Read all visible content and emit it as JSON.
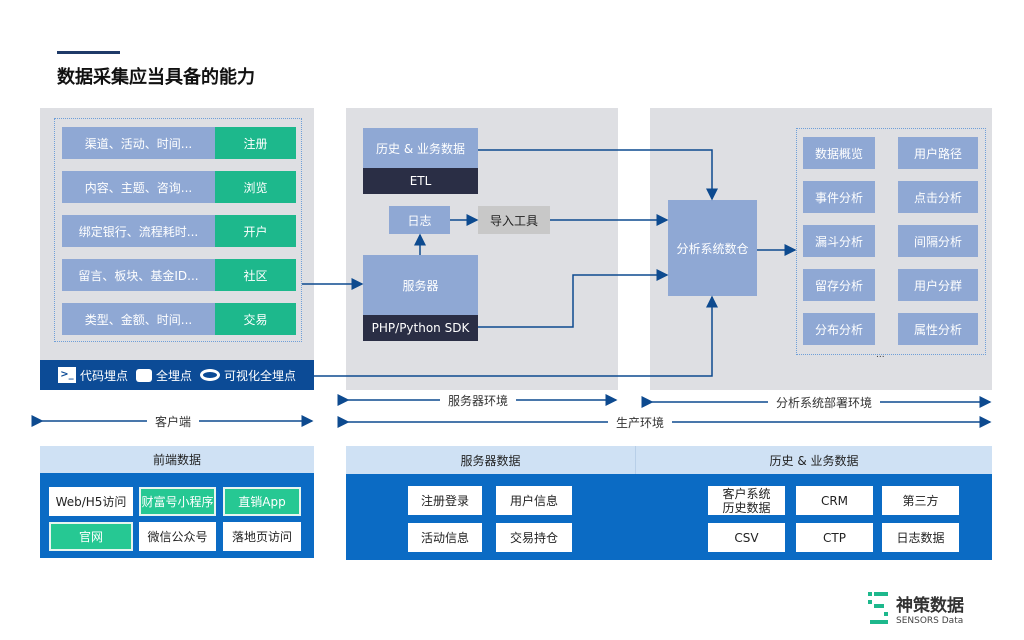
{
  "title": "数据采集应当具备的能力",
  "client": {
    "rows": [
      {
        "label": "渠道、活动、时间...",
        "tag": "注册"
      },
      {
        "label": "内容、主题、咨询...",
        "tag": "浏览"
      },
      {
        "label": "绑定银行、流程耗时...",
        "tag": "开户"
      },
      {
        "label": "留言、板块、基金ID...",
        "tag": "社区"
      },
      {
        "label": "类型、金额、时间...",
        "tag": "交易"
      }
    ],
    "bar": {
      "code": "代码埋点",
      "full": "全埋点",
      "visual": "可视化全埋点"
    },
    "env": "客户端"
  },
  "server": {
    "history": "历史 & 业务数据",
    "etl": "ETL",
    "log": "日志",
    "import": "导入工具",
    "server": "服务器",
    "sdk": "PHP/Python SDK",
    "env": "服务器环境"
  },
  "analysis": {
    "warehouse": "分析系统数仓",
    "items": [
      "数据概览",
      "用户路径",
      "事件分析",
      "点击分析",
      "漏斗分析",
      "间隔分析",
      "留存分析",
      "用户分群",
      "分布分析",
      "属性分析"
    ],
    "more": "...",
    "env": "分析系统部署环境"
  },
  "production_env": "生产环境",
  "bottom": {
    "frontend": {
      "title": "前端数据",
      "items": [
        {
          "t": "Web/H5访问",
          "hl": false
        },
        {
          "t": "财富号小程序",
          "hl": true
        },
        {
          "t": "直销App",
          "hl": true
        },
        {
          "t": "官网",
          "hl": true
        },
        {
          "t": "微信公众号",
          "hl": false
        },
        {
          "t": "落地页访问",
          "hl": false
        }
      ]
    },
    "server": {
      "title": "服务器数据",
      "items": [
        "注册登录",
        "用户信息",
        "活动信息",
        "交易持仓"
      ]
    },
    "history": {
      "title": "历史 & 业务数据",
      "items": [
        "客户系统\n历史数据",
        "CRM",
        "第三方",
        "CSV",
        "CTP",
        "日志数据"
      ]
    }
  },
  "logo": {
    "cn": "神策数据",
    "en": "SENSORS Data"
  },
  "colors": {
    "accent": "#0b6bc4",
    "dark_bar": "#0c4b96",
    "label": "#8fa8d4",
    "green": "#1db88c",
    "arrow": "#0d4a8f"
  }
}
